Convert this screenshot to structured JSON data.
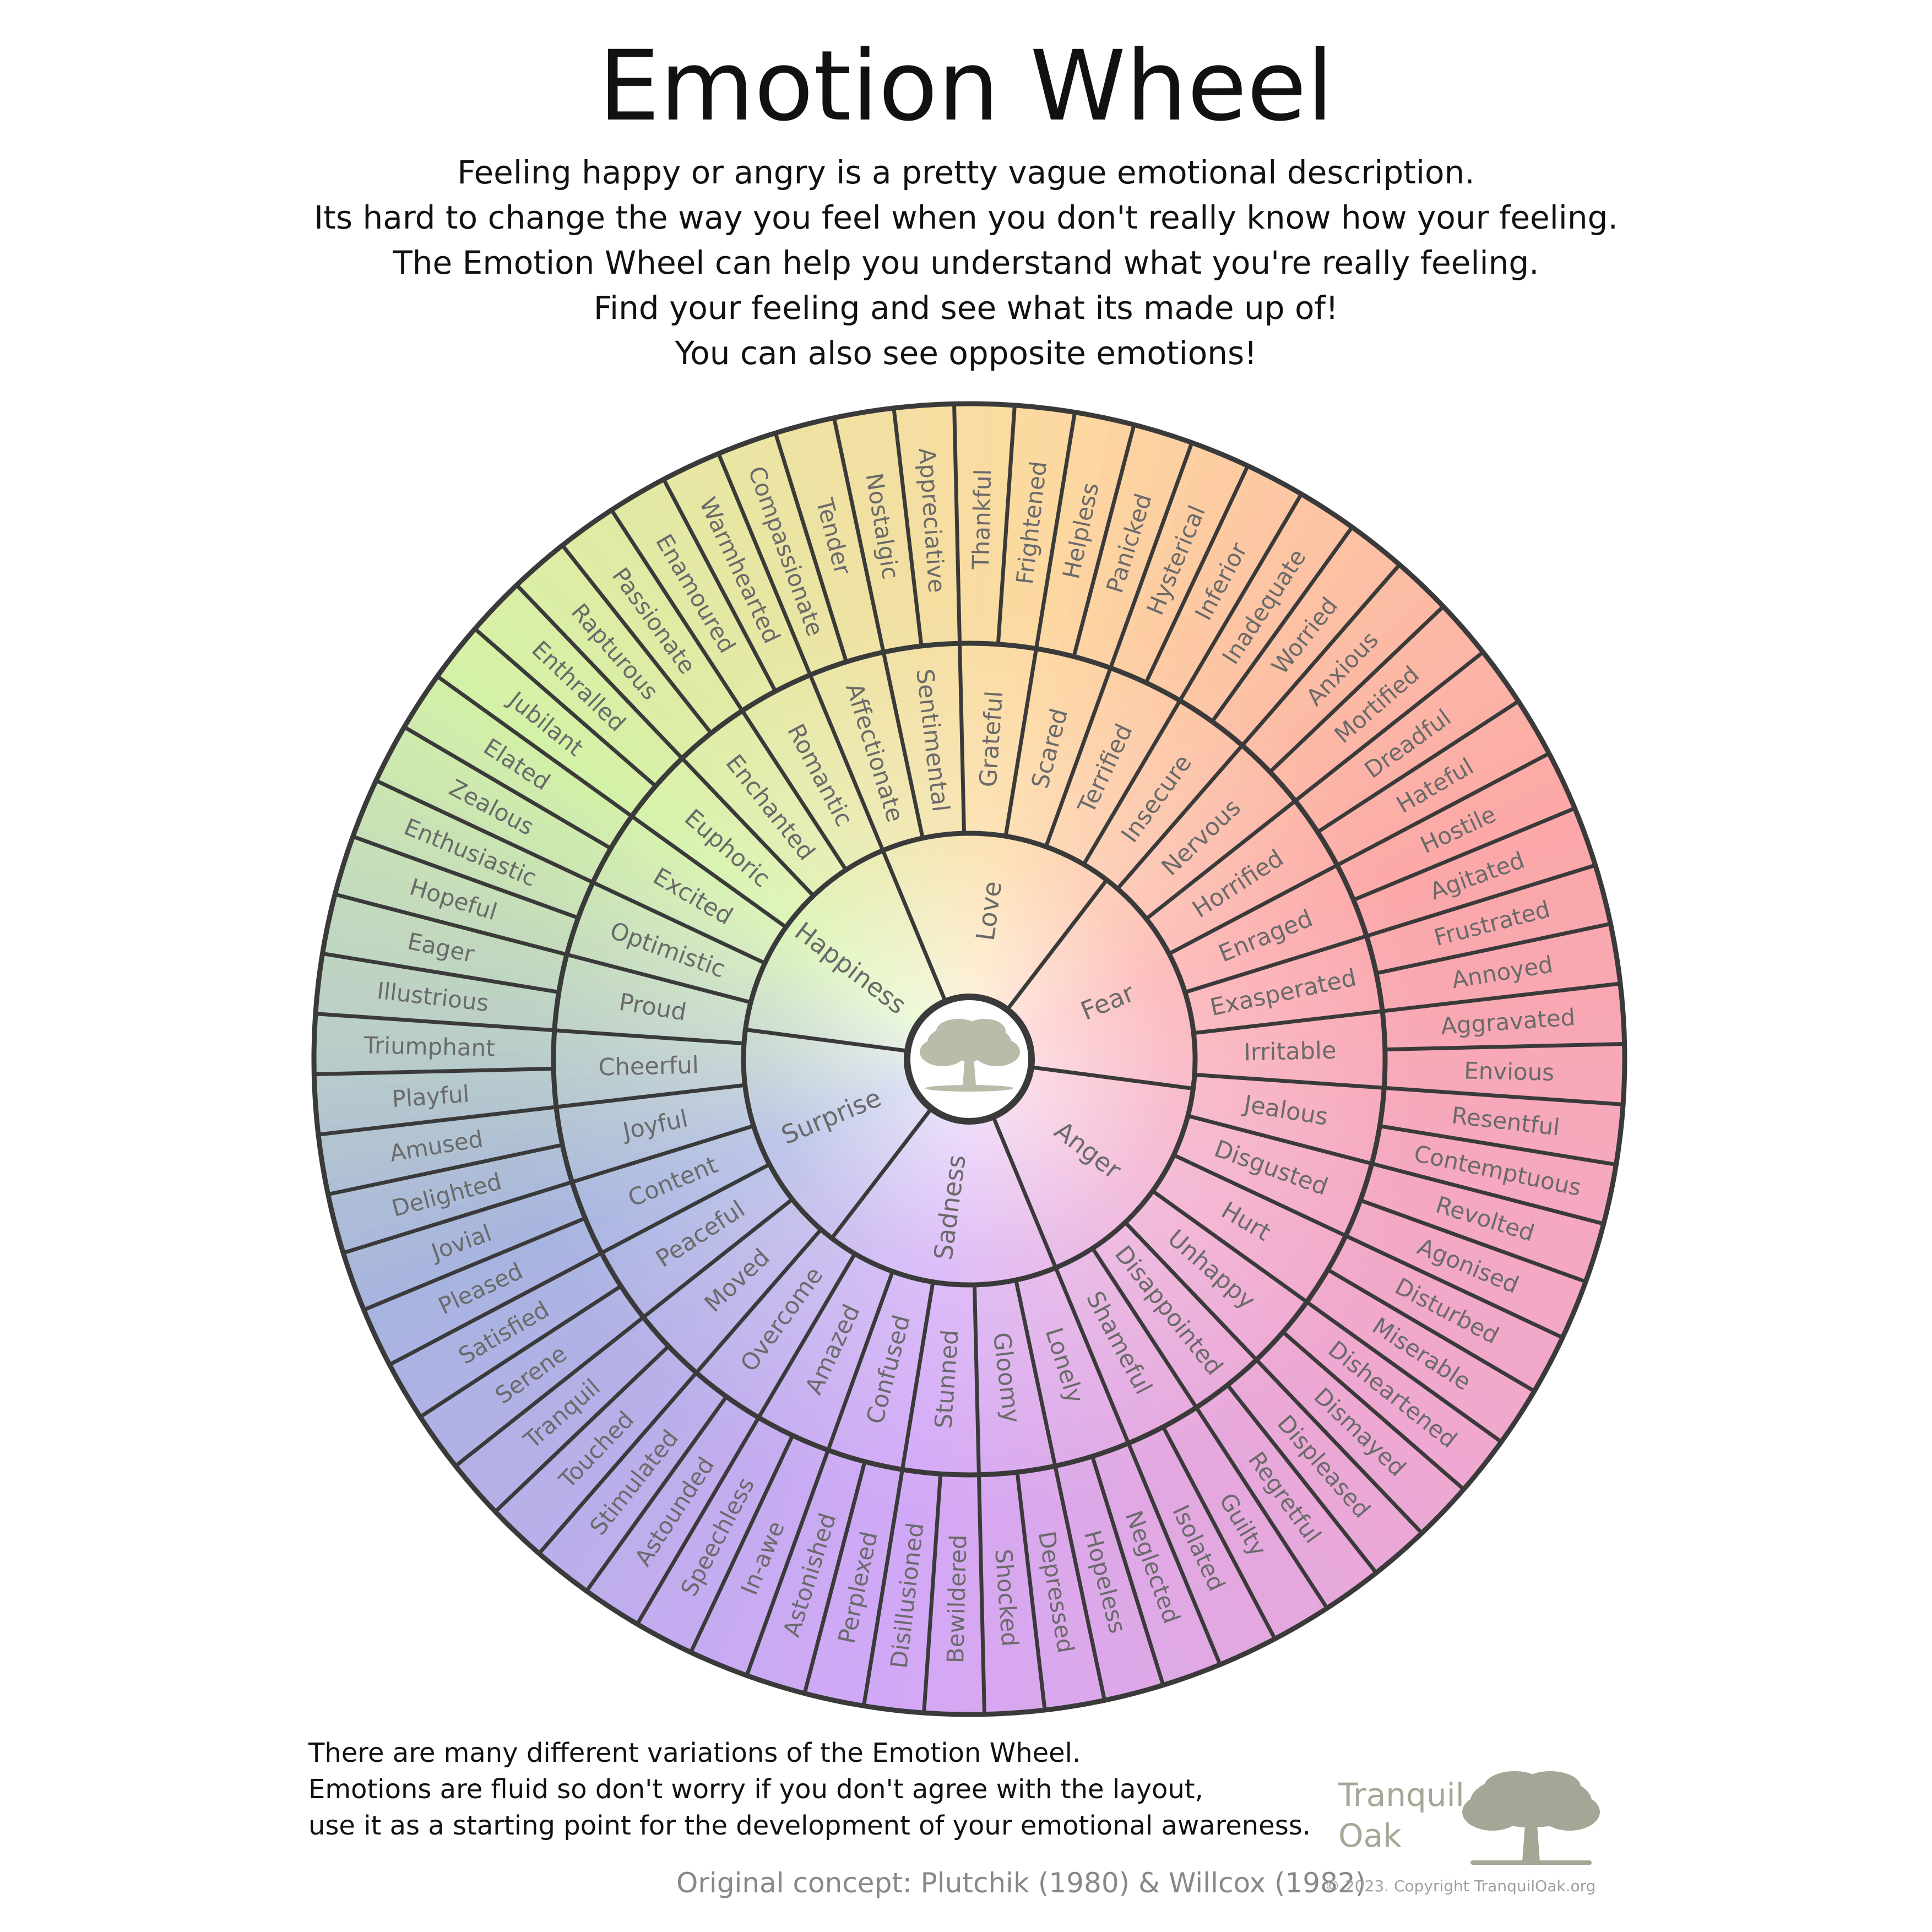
{
  "header": {
    "title": "Emotion Wheel",
    "intro_lines": [
      "Feeling happy or angry is a pretty vague emotional description.",
      "Its hard to change the way you feel when you don't really know how your feeling.",
      "The Emotion Wheel can help you understand what you're really feeling.",
      "Find your feeling and see what its made up of!",
      "You can also see opposite emotions!"
    ]
  },
  "wheel": {
    "center_icon": "oak-tree-icon",
    "line_color": "#3a3a3a",
    "core": [
      {
        "label": "Love",
        "color": "#fdd9a0"
      },
      {
        "label": "Fear",
        "color": "#fca8a8"
      },
      {
        "label": "Anger",
        "color": "#f0a8cf"
      },
      {
        "label": "Sadness",
        "color": "#d2a8f7"
      },
      {
        "label": "Surprise",
        "color": "#a7b4e0"
      },
      {
        "label": "Happiness",
        "color": "#d4f2a6"
      }
    ],
    "middle": [
      "Affectionate",
      "Sentimental",
      "Grateful",
      "Scared",
      "Terrified",
      "Insecure",
      "Nervous",
      "Horrified",
      "Enraged",
      "Exasperated",
      "Irritable",
      "Jealous",
      "Disgusted",
      "Hurt",
      "Unhappy",
      "Disappointed",
      "Shameful",
      "Lonely",
      "Gloomy",
      "Stunned",
      "Confused",
      "Amazed",
      "Overcome",
      "Moved",
      "Peaceful",
      "Content",
      "Joyful",
      "Cheerful",
      "Proud",
      "Optimistic",
      "Excited",
      "Euphoric",
      "Enchanted",
      "Romantic"
    ],
    "outer": [
      "Compassionate",
      "Tender",
      "Nostalgic",
      "Appreciative",
      "Thankful",
      "Frightened",
      "Helpless",
      "Panicked",
      "Hysterical",
      "Inferior",
      "Inadequate",
      "Worried",
      "Anxious",
      "Mortified",
      "Dreadful",
      "Hateful",
      "Hostile",
      "Agitated",
      "Frustrated",
      "Annoyed",
      "Aggravated",
      "Envious",
      "Resentful",
      "Contemptuous",
      "Revolted",
      "Agonised",
      "Disturbed",
      "Miserable",
      "Disheartened",
      "Dismayed",
      "Displeased",
      "Regretful",
      "Guilty",
      "Isolated",
      "Neglected",
      "Hopeless",
      "Depressed",
      "Shocked",
      "Bewildered",
      "Disillusioned",
      "Perplexed",
      "Astonished",
      "In-awe",
      "Speechless",
      "Astounded",
      "Stimulated",
      "Touched",
      "Tranquil",
      "Serene",
      "Satisfied",
      "Pleased",
      "Jovial",
      "Delighted",
      "Amused",
      "Playful",
      "Triumphant",
      "Illustrious",
      "Eager",
      "Hopeful",
      "Enthusiastic",
      "Zealous",
      "Elated",
      "Jubilant",
      "Enthralled",
      "Rapturous",
      "Passionate",
      "Enamoured",
      "Warmhearted"
    ]
  },
  "footer": {
    "note_lines": [
      "There are many different variations of the Emotion Wheel.",
      "Emotions are fluid so don't worry if you don't agree with the layout,",
      "use it as a starting point for the development of your emotional awareness."
    ],
    "credit": "Original concept: Plutchik (1980) & Willcox (1982)",
    "brand_line1": "Tranquil",
    "brand_line2": "Oak",
    "brand_icon": "oak-tree-logo-icon",
    "copyright": "© 2023. Copyright TranquilOak.org"
  }
}
